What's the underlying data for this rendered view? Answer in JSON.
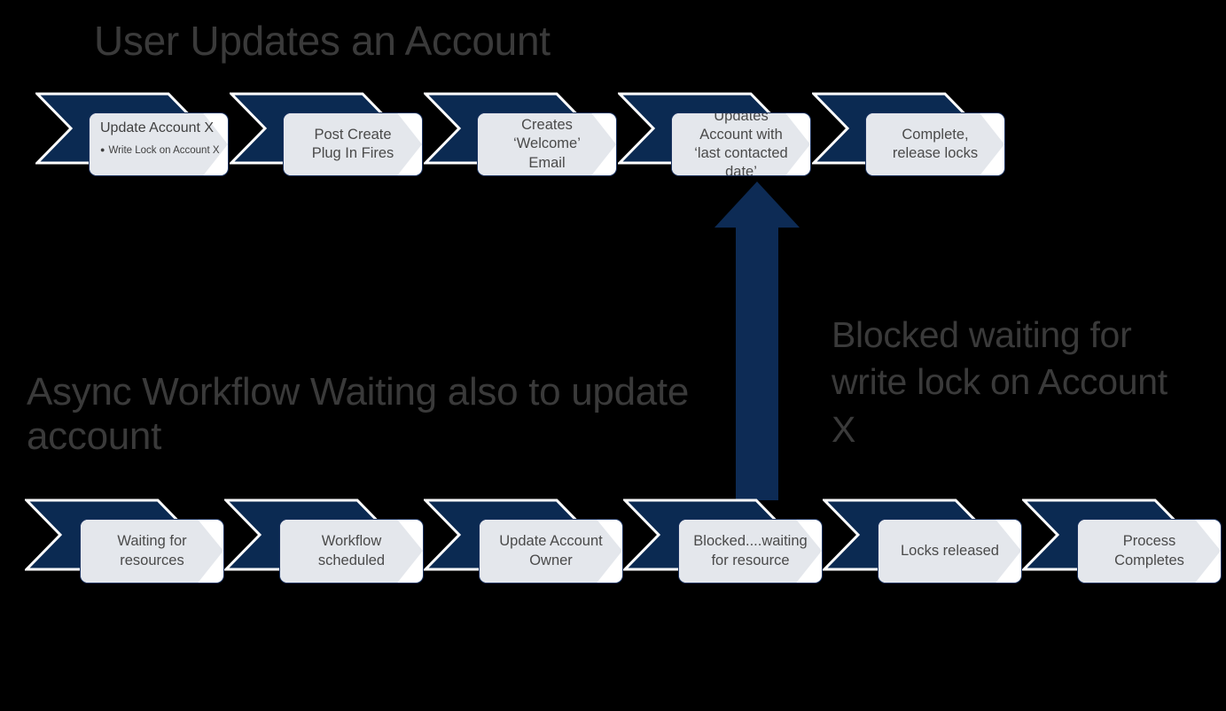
{
  "page": {
    "background": "#000000",
    "navy": "#0b2a52",
    "navy_dark": "#13294b",
    "card_bg": "#ffffff",
    "watermark": "#e4e7ec",
    "heading_color": "#3a3a3a",
    "body_text_color": "#4a4a4a"
  },
  "top_section": {
    "title": "User Updates an Account",
    "steps": [
      {
        "id": "update-account-x",
        "heading": "Update Account X",
        "bullet": "Write  Lock on Account X",
        "label": "Update Account X"
      },
      {
        "id": "post-create-plugin-fires",
        "label": "Post Create Plug In Fires"
      },
      {
        "id": "creates-welcome-email",
        "label": "Creates ‘Welcome’ Email"
      },
      {
        "id": "updates-account-last-contacted",
        "label": "Updates Account with ‘last contacted date’"
      },
      {
        "id": "complete-release-locks",
        "label": "Complete, release locks"
      }
    ]
  },
  "bottom_section": {
    "title": "Async Workflow Waiting also to update account",
    "steps": [
      {
        "id": "waiting-for-resources",
        "label": "Waiting for resources"
      },
      {
        "id": "workflow-scheduled",
        "label": "Workflow scheduled"
      },
      {
        "id": "update-account-owner",
        "label": "Update Account Owner"
      },
      {
        "id": "blocked-waiting-for-resource",
        "label": "Blocked....waiting for resource"
      },
      {
        "id": "locks-released",
        "label": "Locks released"
      },
      {
        "id": "process-completes",
        "label": "Process Completes"
      }
    ]
  },
  "annotation": {
    "blocked_label": "Blocked waiting for write lock on Account X",
    "arrow": "upward-block-arrow"
  }
}
